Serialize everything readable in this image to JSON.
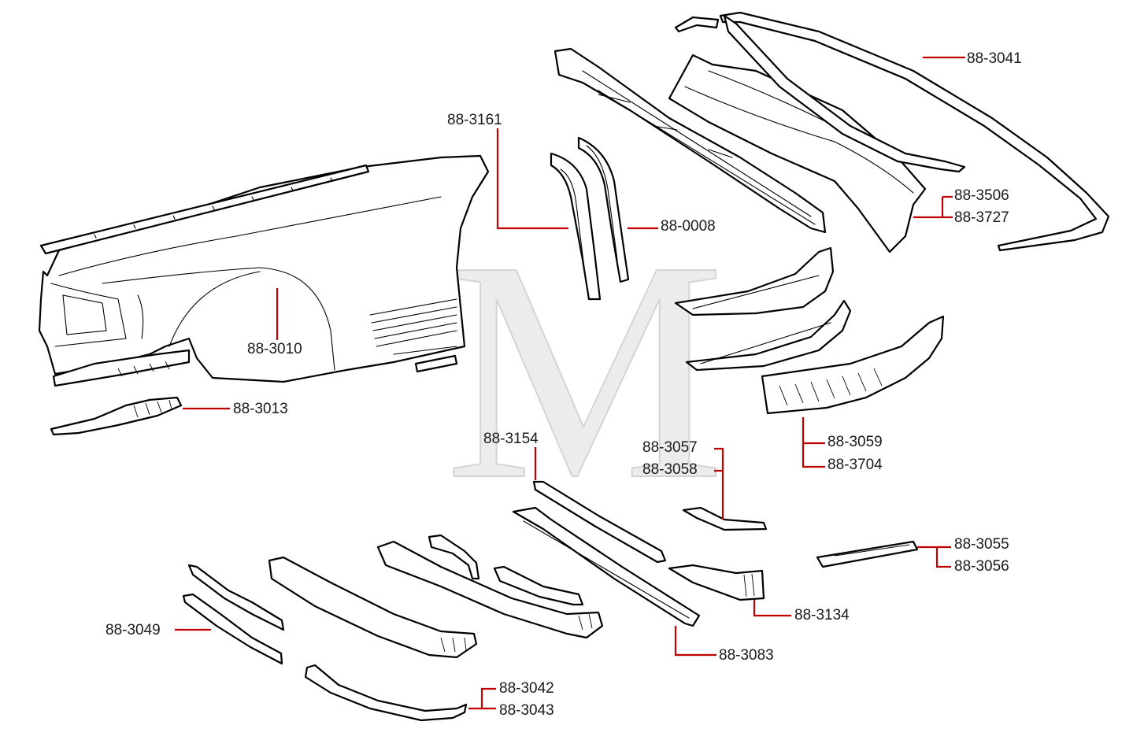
{
  "watermark": "M",
  "colors": {
    "leader": "#c00000",
    "label": "#1a1a1a",
    "line_art": "#000000",
    "watermark": "#ececec"
  },
  "part_numbers": {
    "p3041": "88-3041",
    "p3161": "88-3161",
    "p0008": "88-0008",
    "p3506": "88-3506",
    "p3727": "88-3727",
    "p3010": "88-3010",
    "p3013": "88-3013",
    "p3154": "88-3154",
    "p3057": "88-3057",
    "p3058": "88-3058",
    "p3059": "88-3059",
    "p3704": "88-3704",
    "p3055": "88-3055",
    "p3056": "88-3056",
    "p3134": "88-3134",
    "p3049": "88-3049",
    "p3083": "88-3083",
    "p3042": "88-3042",
    "p3043": "88-3043"
  }
}
